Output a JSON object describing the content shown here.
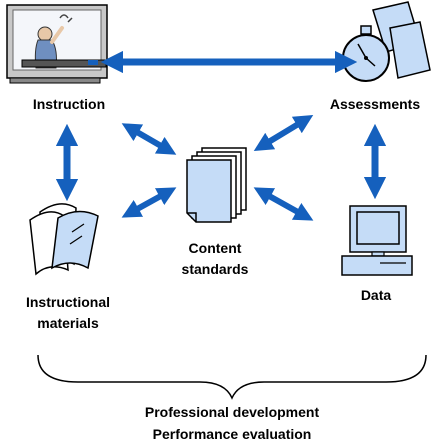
{
  "nodes": {
    "instruction": {
      "label": "Instruction",
      "icon": "teacher-at-whiteboard-icon"
    },
    "assessments": {
      "label": "Assessments",
      "icon": "stopwatch-and-papers-icon"
    },
    "instructional_materials": {
      "label_line1": "Instructional",
      "label_line2": "materials",
      "icon": "books-icon"
    },
    "content_standards": {
      "label_line1": "Content",
      "label_line2": "standards",
      "icon": "document-stack-icon"
    },
    "data": {
      "label": "Data",
      "icon": "computer-icon"
    }
  },
  "footer": {
    "line1": "Professional development",
    "line2": "Performance evaluation"
  },
  "colors": {
    "arrow": "#1560bd",
    "icon_fill": "#c5dcf7",
    "outline": "#000000"
  }
}
